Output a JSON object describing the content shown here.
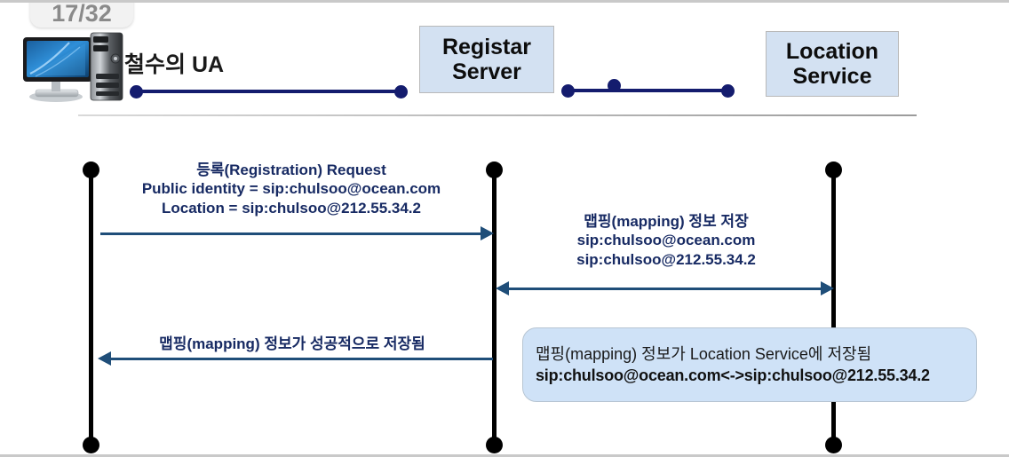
{
  "slide": {
    "page_indicator": "17/32"
  },
  "header": {
    "actor_label": "철수의 UA",
    "actor_icon": "desktop-computer-icon",
    "nodes": [
      {
        "id": "registar",
        "line1": "Registar",
        "line2": "Server"
      },
      {
        "id": "location",
        "line1": "Location",
        "line2": "Service"
      }
    ]
  },
  "messages": [
    {
      "id": "registration-request",
      "lines": [
        "등록(Registration) Request",
        "Public identity = sip:chulsoo@ocean.com",
        "Location = sip:chulsoo@212.55.34.2"
      ],
      "direction": "right"
    },
    {
      "id": "mapping-store",
      "lines": [
        "맵핑(mapping) 정보 저장",
        "sip:chulsoo@ocean.com",
        "sip:chulsoo@212.55.34.2"
      ],
      "direction": "both"
    },
    {
      "id": "mapping-success",
      "lines": [
        "맵핑(mapping) 정보가 성공적으로 저장됨"
      ],
      "direction": "left"
    }
  ],
  "callout": {
    "line1": "맵핑(mapping) 정보가 Location Service에 저장됨",
    "line2": "sip:chulsoo@ocean.com<->sip:chulsoo@212.55.34.2"
  },
  "colors": {
    "node_fill": "#d3e1f2",
    "arrow": "#1f4e79",
    "label_text": "#172a63",
    "connector": "#141c6e",
    "callout_fill": "#cfe2f7",
    "lifeline": "#000000"
  }
}
